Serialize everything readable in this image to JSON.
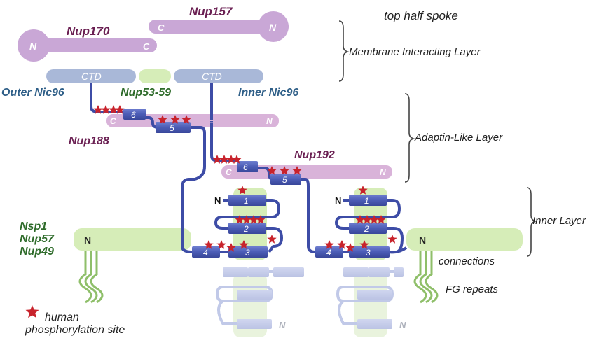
{
  "labels": {
    "top_half_spoke": "top half spoke",
    "membrane_layer": "Membrane Interacting Layer",
    "adaptin_layer": "Adaptin-Like Layer",
    "inner_layer": "Inner Layer",
    "connections": "connections",
    "fg_repeats": "FG repeats",
    "legend_line1": "human",
    "legend_line2": "phosphorylation site"
  },
  "proteins": {
    "nup157": "Nup157",
    "nup170": "Nup170",
    "outer_nic96": "Outer Nic96",
    "nup53_59": "Nup53-59",
    "inner_nic96": "Inner Nic96",
    "nup188": "Nup188",
    "nup192": "Nup192",
    "nsp1": "Nsp1",
    "nup57": "Nup57",
    "nup49": "Nup49"
  },
  "domain_labels": {
    "ctd": "CTD",
    "n": "N",
    "c": "C",
    "h1": "1",
    "h2": "2",
    "h3": "3",
    "h4": "4",
    "h5": "5",
    "h6": "6"
  },
  "colors": {
    "purple_text": "#6a1f52",
    "green_text": "#2e6b2a",
    "blue_text": "#2f5f88",
    "lavender": "#c9a7d6",
    "pink": "#d9b3d9",
    "light_blue": "#a9b8d8",
    "light_green": "#d6edb8",
    "helix": "#4b5cb5",
    "star": "#c8232c"
  }
}
